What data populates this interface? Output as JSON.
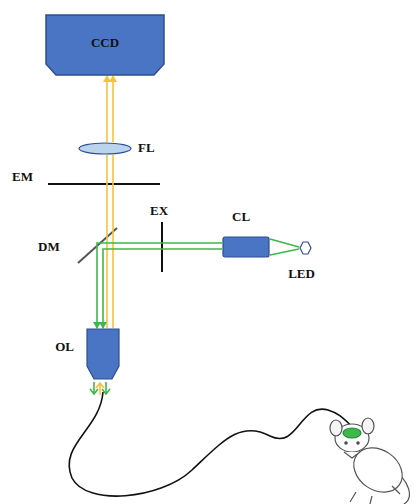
{
  "diagram": {
    "nodes": [
      {
        "text": [
          "CCD"
        ]
      },
      {
        "text": [
          "FL"
        ]
      },
      {
        "text": [
          "CL"
        ]
      },
      {
        "text": [
          "LED"
        ]
      },
      {
        "text": [
          "OL"
        ]
      }
    ],
    "edges": [
      {
        "from": 1,
        "to": 0,
        "arrow": "to"
      },
      {
        "from": 4,
        "to": 1,
        "arrow": "none"
      },
      {
        "from": 3,
        "to": 2,
        "arrow": "none"
      },
      {
        "from": 2,
        "to": 4,
        "arrow": "to"
      }
    ],
    "labels": [
      "EM",
      "DM",
      "EX"
    ]
  }
}
